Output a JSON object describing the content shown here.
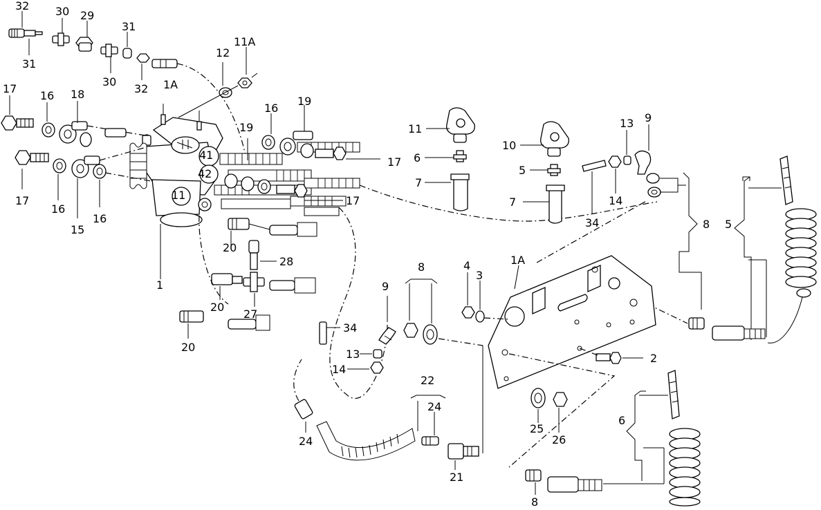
{
  "diagram": {
    "callouts": {
      "c32a": "32",
      "c30a": "30",
      "c29": "29",
      "c31a": "31",
      "c31b": "31",
      "c30b": "30",
      "c32b": "32",
      "c12": "12",
      "c11a_top": "11A",
      "c1a_top": "1A",
      "c17a": "17",
      "c16a": "16",
      "c18": "18",
      "c17b": "17",
      "c16b": "16",
      "c15": "15",
      "c16c": "16",
      "c16d": "16",
      "c19a": "19",
      "c19b": "19",
      "c17c": "17",
      "c17d": "17",
      "c1": "1",
      "c20a": "20",
      "c28": "28",
      "c20b": "20",
      "c27": "27",
      "c20c": "20",
      "c11": "11",
      "c6": "6",
      "c7a": "7",
      "c10": "10",
      "c5a": "5",
      "c7b": "7",
      "c34a": "34",
      "c14a": "14",
      "c13a": "13",
      "c9a": "9",
      "c8a": "8",
      "c5b": "5",
      "c1a_mid": "1A",
      "c4": "4",
      "c3": "3",
      "c8b": "8",
      "c9b": "9",
      "c34b": "34",
      "c13b": "13",
      "c14b": "14",
      "c2": "2",
      "c22": "22",
      "c24a": "24",
      "c24b": "24",
      "c25": "25",
      "c26": "26",
      "c21": "21",
      "c6b": "6",
      "c8c": "8"
    },
    "valve_port_labels": {
      "p41": "41",
      "p42": "42",
      "p11": "11"
    }
  }
}
